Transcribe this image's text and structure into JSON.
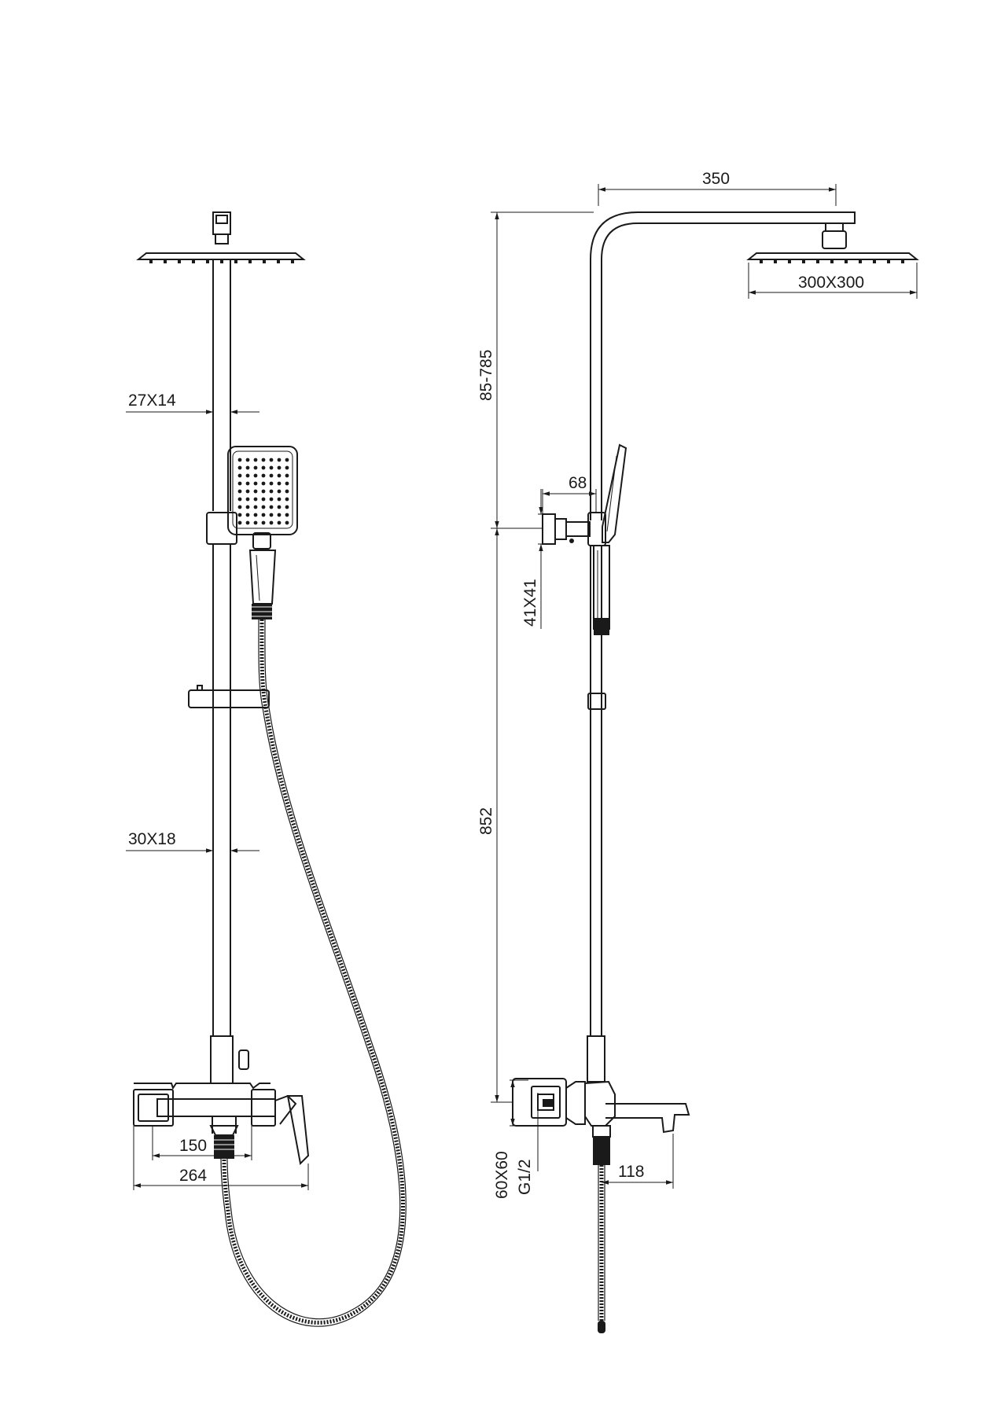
{
  "dimensions": {
    "arm_length": "350",
    "head_size": "300X300",
    "upper_height": "85-785",
    "wall_offset": "68",
    "bracket_size": "41X41",
    "lower_height": "852",
    "tube_upper": "27X14",
    "tube_lower": "30X18",
    "mixer_centers": "150",
    "mixer_width": "264",
    "spout_reach": "118",
    "inlet_size": "60X60",
    "inlet_thread": "G1/2"
  },
  "colors": {
    "line": "#1a1a1a",
    "background": "#ffffff"
  }
}
